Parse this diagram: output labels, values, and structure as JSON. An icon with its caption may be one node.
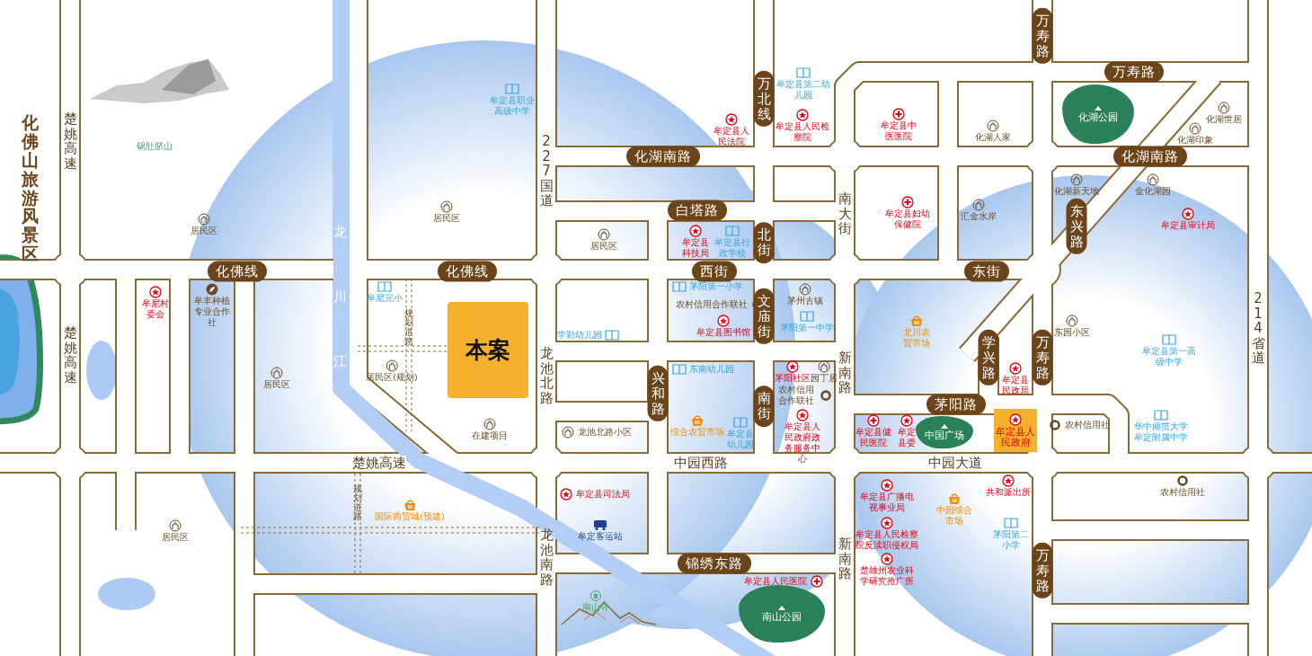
{
  "diagram": {
    "nodes": [
      {
        "text": [
          "万寿路"
        ]
      },
      {
        "text": [
          "万寿路"
        ]
      },
      {
        "text": [
          "万北线"
        ]
      },
      {
        "text": [
          "化湖南路"
        ]
      },
      {
        "text": [
          "化湖南路"
        ]
      },
      {
        "text": [
          "东兴路"
        ]
      },
      {
        "text": [
          "白塔路"
        ]
      },
      {
        "text": [
          "北街"
        ]
      },
      {
        "text": [
          "化佛线"
        ]
      },
      {
        "text": [
          "化佛线"
        ]
      },
      {
        "text": [
          "西街"
        ]
      },
      {
        "text": [
          "东街"
        ]
      },
      {
        "text": [
          "本案"
        ]
      },
      {
        "text": [
          "文庙街"
        ]
      },
      {
        "text": [
          "兴和路"
        ]
      },
      {
        "text": [
          "南街"
        ]
      },
      {
        "text": [
          "茅阳路"
        ]
      },
      {
        "text": [
          "学兴路"
        ]
      },
      {
        "text": [
          "万寿路"
        ]
      },
      {
        "text": [
          "化湖公园"
        ]
      },
      {
        "text": [
          "中国广场"
        ]
      },
      {
        "text": [
          "牟定县人民政府"
        ]
      },
      {
        "text": [
          "锦绣东路"
        ]
      },
      {
        "text": [
          "万寿路"
        ]
      },
      {
        "text": [
          "南山公园"
        ]
      }
    ],
    "labels": [
      "化佛山旅游风景区",
      "楚姚高速",
      "锅肚脐山",
      "牟定县职业高级中学",
      "227国道",
      "牟定县第二幼儿园",
      "牟定县人民法院",
      "牟定县人民检察院",
      "牟定县中医医院",
      "化湖人家",
      "化湖世居",
      "化湖印象",
      "居民区",
      "居民区",
      "南大街",
      "牟定县妇幼保健院",
      "化湖新天地",
      "金化湖园",
      "汇金水岸",
      "牟定县审计局",
      "居民区",
      "牟定县科技局",
      "牟定县行政学校",
      "龙川江",
      "牟尼村委会",
      "牟丰种植专业合作社",
      "牟尼完小",
      "茅阳第一小学",
      "农村信用合作联社",
      "茅州古镇",
      "学勤幼儿园",
      "牟定县图书馆",
      "茅阳第一中学",
      "龙池北路",
      "214省道",
      "东园小区",
      "牟定县第一高级中学",
      "龙川农贸市场",
      "楚姚高速",
      "居民区",
      "居民区(规划)",
      "规划道路",
      "东南幼儿园",
      "茅阳社区",
      "园丁居",
      "农村信用合作联社",
      "新南路",
      "牟定县民政局",
      "综合农贸市场",
      "牟定县幼儿园",
      "牟定县人民政府政务服务中心",
      "在建项目",
      "龙池北路小区",
      "牟定县健民医院",
      "牟定县委",
      "农村信用社",
      "华中师范大学牟定附属中学",
      "楚姚高速",
      "中园西路",
      "中园大道",
      "牟定县司法局",
      "牟定县广播电视事业局",
      "共和派出所",
      "农村信用社",
      "中园综合市场",
      "国际商贸城(预建)",
      "牟定县人民检察院反渎职侵权局",
      "茅阳第二小学",
      "牟定客运站",
      "龙池南路",
      "新南路",
      "楚雄州农业科学研究推广所",
      "南山寺",
      "牟定县人民医院",
      "居民区",
      "规划道路"
    ]
  }
}
